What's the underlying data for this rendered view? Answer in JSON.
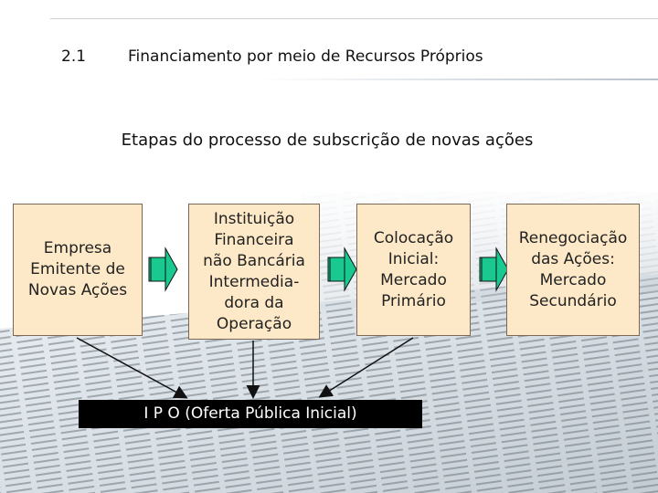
{
  "section": {
    "number": "2.1",
    "title": "Financiamento por meio de Recursos Próprios"
  },
  "subtitle": "Etapas do processo de subscrição de novas ações",
  "boxes": [
    {
      "label": "Empresa\nEmitente de\nNovas Ações"
    },
    {
      "label": "Instituição\nFinanceira\nnão Bancária\nIntermedia-\ndora da\nOperação"
    },
    {
      "label": "Colocação\nInicial:\nMercado\nPrimário"
    },
    {
      "label": "Renegociação\ndas Ações:\nMercado\nSecundário"
    }
  ],
  "ipo_label": "I P O (Oferta Pública Inicial)",
  "colors": {
    "box_fill": "#fde9c7",
    "arrow_fill": "#19c98f",
    "ipo_bg": "#000000"
  },
  "background": "newspaper stock-listing photo"
}
